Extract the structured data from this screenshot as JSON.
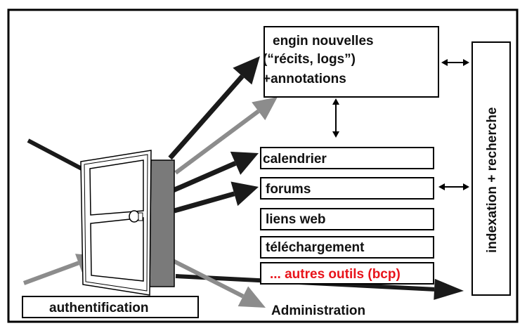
{
  "diagram": {
    "blocks": {
      "news_engine": {
        "line1": "engin nouvelles",
        "line2": "(“récits, logs”)",
        "line3": "+annotations"
      },
      "calendar": "calendrier",
      "forums": "forums",
      "weblinks": "liens web",
      "download": "téléchargement",
      "other_tools": "... autres outils (bcp)",
      "indexing": "indexation + recherche",
      "authentication": "authentification",
      "administration": "Administration"
    },
    "colors": {
      "dark_arrow": "#1a1a1a",
      "gray_arrow": "#8c8c8c",
      "door_panel": "#7a7a7a",
      "highlight_text": "#e8141b"
    }
  }
}
